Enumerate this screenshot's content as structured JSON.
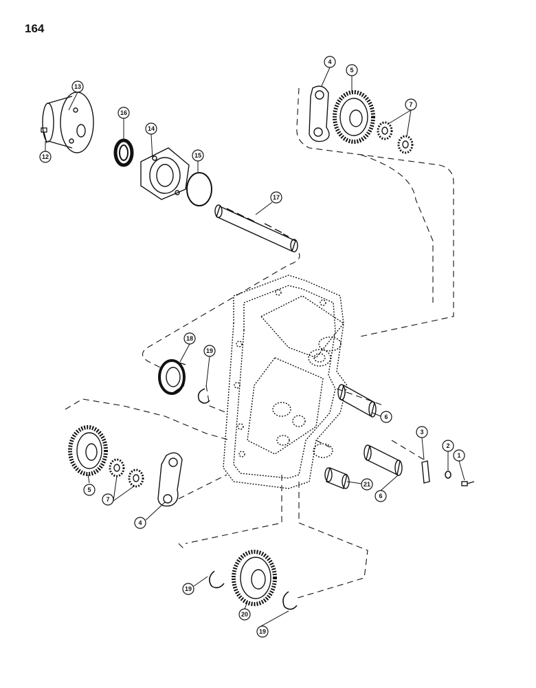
{
  "page": {
    "number": "164"
  },
  "callouts": [
    {
      "id": "c13",
      "label": "13"
    },
    {
      "id": "c12",
      "label": "12"
    },
    {
      "id": "c16",
      "label": "16"
    },
    {
      "id": "c14",
      "label": "14"
    },
    {
      "id": "c15",
      "label": "15"
    },
    {
      "id": "c17",
      "label": "17"
    },
    {
      "id": "c4a",
      "label": "4"
    },
    {
      "id": "c5a",
      "label": "5"
    },
    {
      "id": "c7a",
      "label": "7"
    },
    {
      "id": "c18",
      "label": "18"
    },
    {
      "id": "c19a",
      "label": "19"
    },
    {
      "id": "c6a",
      "label": "6"
    },
    {
      "id": "c3",
      "label": "3"
    },
    {
      "id": "c2",
      "label": "2"
    },
    {
      "id": "c1",
      "label": "1"
    },
    {
      "id": "c21",
      "label": "21"
    },
    {
      "id": "c6b",
      "label": "6"
    },
    {
      "id": "c5b",
      "label": "5"
    },
    {
      "id": "c7b",
      "label": "7"
    },
    {
      "id": "c4b",
      "label": "4"
    },
    {
      "id": "c19b",
      "label": "19"
    },
    {
      "id": "c20",
      "label": "20"
    },
    {
      "id": "c19c",
      "label": "19"
    }
  ]
}
